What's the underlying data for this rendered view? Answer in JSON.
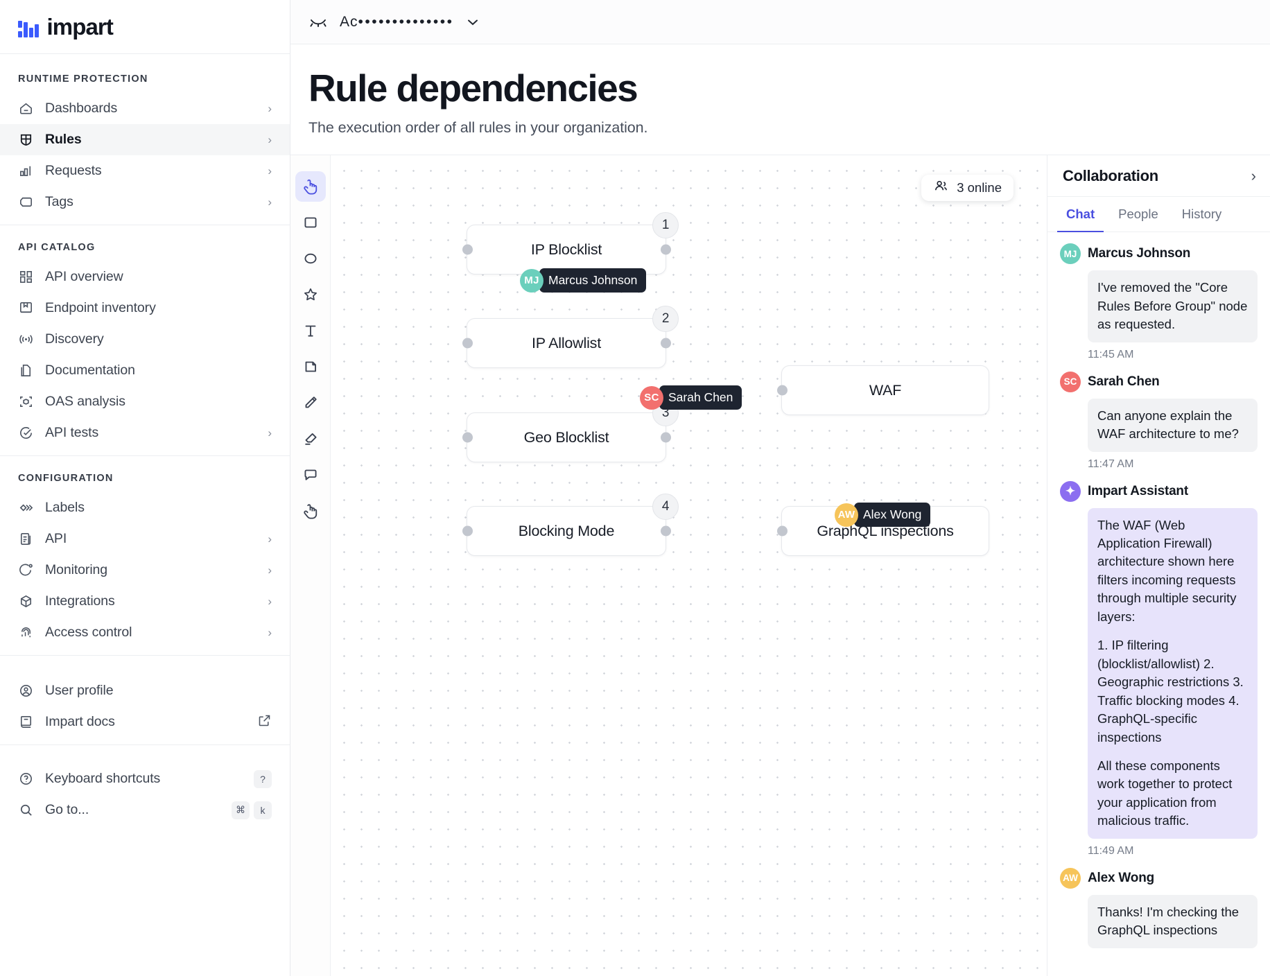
{
  "brand": {
    "name": "impart",
    "accent": "#3b5bfd"
  },
  "topbar": {
    "eye_icon": "eye-closed-icon",
    "account_prefix": "Ac",
    "account_masked": "••••••••••••••",
    "caret_icon": "chevron-down-icon"
  },
  "page": {
    "title": "Rule dependencies",
    "subtitle": "The execution order of all rules in your organization."
  },
  "sidebar": {
    "groups": [
      {
        "title": "RUNTIME PROTECTION",
        "items": [
          {
            "label": "Dashboards",
            "icon": "dashboard-icon",
            "chevron": true
          },
          {
            "label": "Rules",
            "icon": "shield-icon",
            "chevron": true,
            "active": true
          },
          {
            "label": "Requests",
            "icon": "bar-chart-icon",
            "chevron": true
          },
          {
            "label": "Tags",
            "icon": "tag-icon",
            "chevron": true
          }
        ]
      },
      {
        "title": "API CATALOG",
        "items": [
          {
            "label": "API overview",
            "icon": "grid-icon",
            "chevron": false
          },
          {
            "label": "Endpoint inventory",
            "icon": "book-icon",
            "chevron": false
          },
          {
            "label": "Discovery",
            "icon": "broadcast-icon",
            "chevron": false
          },
          {
            "label": "Documentation",
            "icon": "documents-icon",
            "chevron": false
          },
          {
            "label": "OAS analysis",
            "icon": "scan-cube-icon",
            "chevron": false
          },
          {
            "label": "API tests",
            "icon": "check-circle-icon",
            "chevron": true
          }
        ]
      },
      {
        "title": "CONFIGURATION",
        "items": [
          {
            "label": "Labels",
            "icon": "labels-icon",
            "chevron": false
          },
          {
            "label": "API",
            "icon": "api-doc-icon",
            "chevron": true
          },
          {
            "label": "Monitoring",
            "icon": "monitoring-icon",
            "chevron": true
          },
          {
            "label": "Integrations",
            "icon": "cube-icon",
            "chevron": true
          },
          {
            "label": "Access control",
            "icon": "fingerprint-icon",
            "chevron": true
          }
        ]
      }
    ],
    "footer_items": [
      {
        "label": "User profile",
        "icon": "user-circle-icon",
        "trailing": "none"
      },
      {
        "label": "Impart docs",
        "icon": "book-closed-icon",
        "trailing": "external-link-icon"
      }
    ],
    "utility_items": [
      {
        "label": "Keyboard shortcuts",
        "icon": "help-circle-icon",
        "keys": [
          "?"
        ]
      },
      {
        "label": "Go to...",
        "icon": "search-icon",
        "keys": [
          "⌘",
          "k"
        ]
      }
    ]
  },
  "toolbar": {
    "tools": [
      {
        "name": "select-pointer-tool",
        "icon": "pointer-hand-icon",
        "active": true
      },
      {
        "name": "rectangle-tool",
        "icon": "square-icon",
        "active": false
      },
      {
        "name": "ellipse-tool",
        "icon": "circle-icon",
        "active": false
      },
      {
        "name": "star-tool",
        "icon": "star-icon",
        "active": false
      },
      {
        "name": "text-tool",
        "icon": "text-t-icon",
        "active": false
      },
      {
        "name": "note-tool",
        "icon": "page-icon",
        "active": false
      },
      {
        "name": "pencil-tool",
        "icon": "pencil-icon",
        "active": false
      },
      {
        "name": "highlighter-tool",
        "icon": "highlighter-icon",
        "active": false
      },
      {
        "name": "comment-tool",
        "icon": "speech-bubble-icon",
        "active": false
      },
      {
        "name": "pan-hand-tool",
        "icon": "hand-icon",
        "active": false
      }
    ]
  },
  "canvas": {
    "online_badge": {
      "icon": "people-icon",
      "label": "3 online"
    },
    "nodes": [
      {
        "id": "ip-blocklist",
        "label": "IP Blocklist",
        "order": "1"
      },
      {
        "id": "ip-allowlist",
        "label": "IP Allowlist",
        "order": "2"
      },
      {
        "id": "geo-blocklist",
        "label": "Geo Blocklist",
        "order": "3"
      },
      {
        "id": "blocking-mode",
        "label": "Blocking Mode",
        "order": "4"
      },
      {
        "id": "waf",
        "label": "WAF",
        "order": ""
      },
      {
        "id": "graphql-inspections",
        "label": "GraphQL inspections",
        "order": ""
      }
    ],
    "cursors": [
      {
        "initials": "MJ",
        "name": "Marcus Johnson",
        "color": "#6bcfbc"
      },
      {
        "initials": "SC",
        "name": "Sarah Chen",
        "color": "#f2706e"
      },
      {
        "initials": "AW",
        "name": "Alex Wong",
        "color": "#f6c45a"
      }
    ]
  },
  "collaboration": {
    "title": "Collaboration",
    "expand_icon": "chevron-right-icon",
    "tabs": [
      {
        "label": "Chat",
        "active": true
      },
      {
        "label": "People",
        "active": false
      },
      {
        "label": "History",
        "active": false
      }
    ],
    "messages": [
      {
        "initials": "MJ",
        "author": "Marcus Johnson",
        "color": "#6bcfbc",
        "text": "I've removed the \"Core Rules Before Group\" node as requested.",
        "time": "11:45 AM",
        "kind": "user"
      },
      {
        "initials": "SC",
        "author": "Sarah Chen",
        "color": "#f2706e",
        "text": "Can anyone explain the WAF architecture to me?",
        "time": "11:47 AM",
        "kind": "user"
      },
      {
        "initials": "✦",
        "author": "Impart Assistant",
        "color": "#8b6ef0",
        "text": "The WAF (Web Application Firewall) architecture shown here filters incoming requests through multiple security layers:",
        "text2": "1. IP filtering (blocklist/allowlist) 2. Geographic restrictions 3. Traffic blocking modes 4. GraphQL-specific inspections",
        "text3": "All these components work together to protect your application from malicious traffic.",
        "time": "11:49 AM",
        "kind": "assistant"
      },
      {
        "initials": "AW",
        "author": "Alex Wong",
        "color": "#f6c45a",
        "text": "Thanks! I'm checking the GraphQL inspections",
        "time": "",
        "kind": "user"
      }
    ]
  }
}
